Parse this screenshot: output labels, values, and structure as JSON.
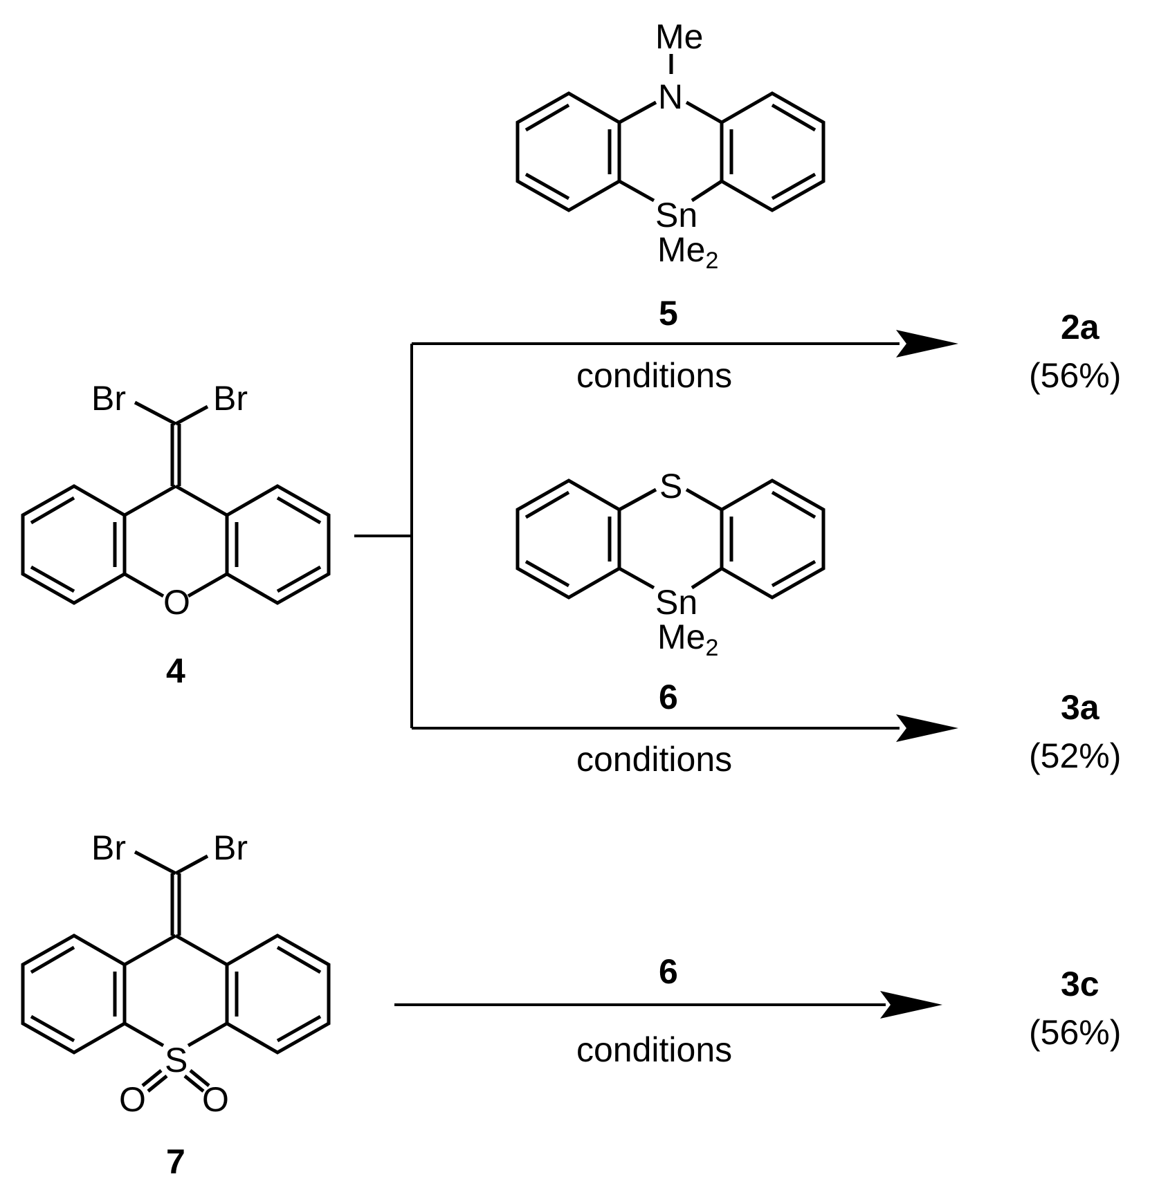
{
  "compounds": {
    "c4": {
      "label": "4",
      "atoms": {
        "br_left": "Br",
        "br_right": "Br",
        "o_ring": "O"
      }
    },
    "c5": {
      "label": "5",
      "atoms": {
        "n_methyl": "Me",
        "n": "N",
        "sn": "Sn",
        "sn_me": "Me",
        "sn_me_count": "2"
      }
    },
    "c6": {
      "label": "6",
      "atoms": {
        "s": "S",
        "sn": "Sn",
        "sn_me": "Me",
        "sn_me_count": "2"
      }
    },
    "c7": {
      "label": "7",
      "atoms": {
        "br_left": "Br",
        "br_right": "Br",
        "s": "S",
        "o_left": "O",
        "o_right": "O"
      }
    }
  },
  "reactions": [
    {
      "reagent": "5",
      "conditions": "conditions",
      "product": "2a",
      "yield": "(56%)"
    },
    {
      "reagent": "6",
      "conditions": "conditions",
      "product": "3a",
      "yield": "(52%)"
    },
    {
      "reagent": "6",
      "conditions": "conditions",
      "product": "3c",
      "yield": "(56%)"
    }
  ]
}
